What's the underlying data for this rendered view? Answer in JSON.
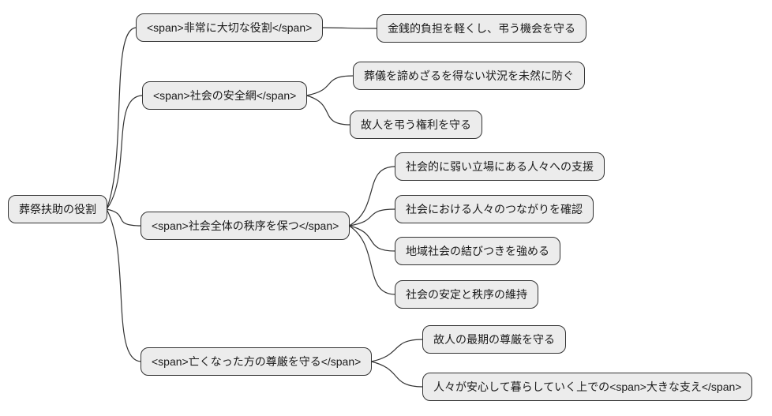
{
  "diagram": {
    "type": "mindmap",
    "root": {
      "label": "葬祭扶助の役割"
    },
    "branches": [
      {
        "label": "<span>非常に大切な役割</span>",
        "children": [
          "金銭的負担を軽くし、弔う機会を守る"
        ]
      },
      {
        "label": "<span>社会の安全網</span>",
        "children": [
          "葬儀を諦めざるを得ない状況を未然に防ぐ",
          "故人を弔う権利を守る"
        ]
      },
      {
        "label": "<span>社会全体の秩序を保つ</span>",
        "children": [
          "社会的に弱い立場にある人々への支援",
          "社会における人々のつながりを確認",
          "地域社会の結びつきを強める",
          "社会の安定と秩序の維持"
        ]
      },
      {
        "label": "<span>亡くなった方の尊厳を守る</span>",
        "children": [
          "故人の最期の尊厳を守る",
          "人々が安心して暮らしていく上での<span>大きな支え</span>"
        ]
      }
    ],
    "colors": {
      "node_fill": "#ececec",
      "node_border": "#333333",
      "edge": "#333333",
      "background": "#ffffff",
      "text": "#1a1a1a"
    }
  }
}
